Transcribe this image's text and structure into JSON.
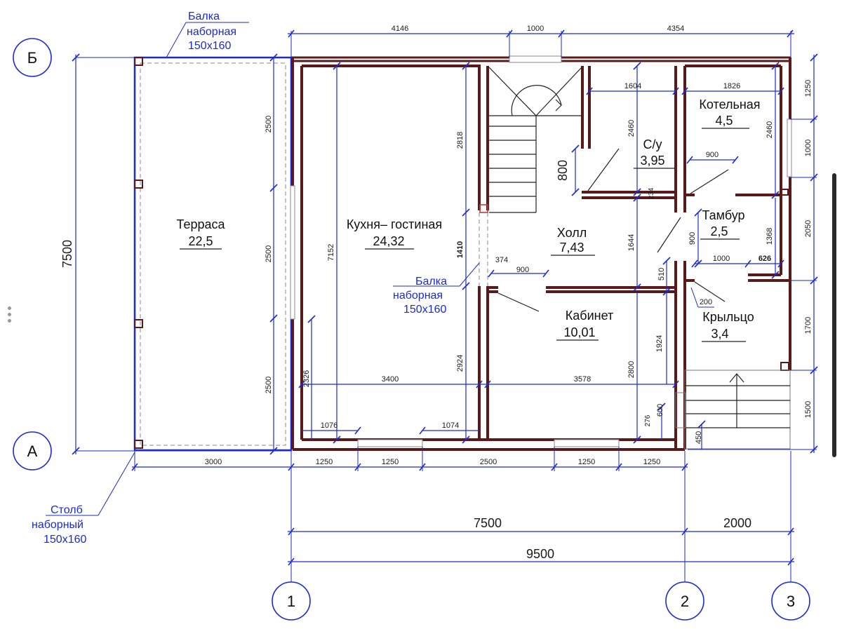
{
  "axes": {
    "rows": [
      "Б",
      "А"
    ],
    "cols": [
      "1",
      "2",
      "3"
    ]
  },
  "rooms": [
    {
      "name": "Терраса",
      "area": "22,5"
    },
    {
      "name": "Кухня– гостиная",
      "area": "24,32"
    },
    {
      "name": "Холл",
      "area": "7,43"
    },
    {
      "name": "С/у",
      "area": "3,95"
    },
    {
      "name": "Котельная",
      "area": "4,5"
    },
    {
      "name": "Тамбур",
      "area": "2,5"
    },
    {
      "name": "Кабинет",
      "area": "10,01"
    },
    {
      "name": "Крыльцо",
      "area": "3,4"
    }
  ],
  "notes": {
    "beam_top_l1": "Балка",
    "beam_top_l2": "наборная",
    "beam_top_l3": "150x160",
    "beam_mid_l1": "Балка",
    "beam_mid_l2": "наборная",
    "beam_mid_l3": "150x160",
    "post_l1": "Столб",
    "post_l2": "наборный",
    "post_l3": "150x160"
  },
  "dims": {
    "top": [
      "4146",
      "1000",
      "4354"
    ],
    "left_total": "7500",
    "terrace_seg": [
      "2500",
      "2500",
      "2500"
    ],
    "bottom_row": [
      "3000",
      "1250",
      "1250",
      "2500",
      "1250",
      "1250"
    ],
    "overall_a": "7500",
    "overall_b": "2000",
    "overall_total": "9500",
    "right": [
      "1250",
      "1000",
      "2050",
      "1700",
      "1500"
    ],
    "kitchen_h": "7152",
    "stair_h": "2818",
    "stair_w": "800",
    "beam_gap": "1410",
    "kitchen_low": "2924",
    "kitchen_w": "3400",
    "cabinet_w": "3578",
    "kitchen_side": "2326",
    "win_a": "1076",
    "win_b": "1074",
    "wc_w": "1604",
    "wc_h": "2460",
    "boiler_w": "1826",
    "boiler_h": "2460",
    "vest_door": "900",
    "small_234": "234",
    "hall_h": "1644",
    "vest_h": "900",
    "vest_1368": "1368",
    "vest_w": "1000",
    "vest_626": "626",
    "d374": "374",
    "d900": "900",
    "d510": "510",
    "d200": "200",
    "cab_1924": "1924",
    "cab_2800": "2800",
    "d600": "600",
    "d276": "276",
    "d450": "450"
  }
}
